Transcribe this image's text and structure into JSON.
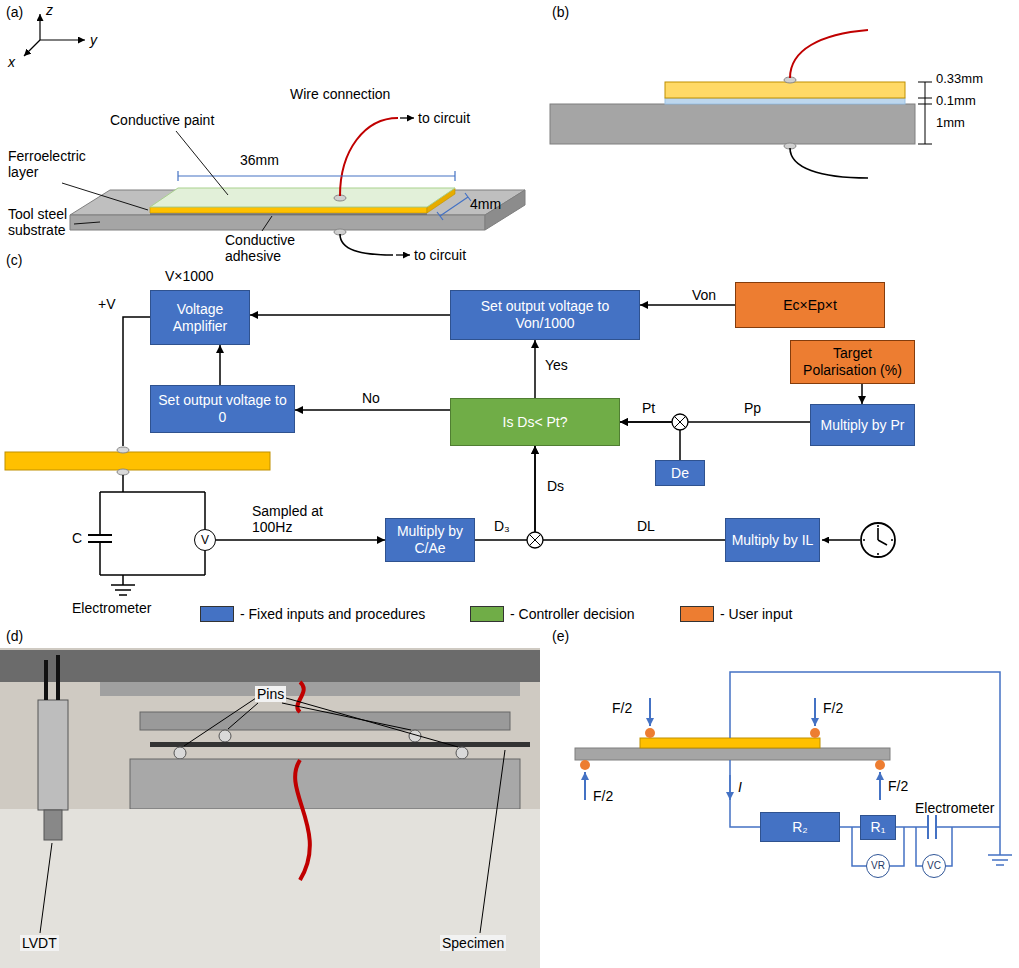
{
  "diagram": {
    "nodes": [
      {
        "text": [
          "Voltage Amplifier"
        ]
      },
      {
        "text": [
          "Set output voltage to Von/1000"
        ]
      },
      {
        "text": [
          "Ec×Ep×t"
        ]
      },
      {
        "text": [
          "Set output voltage to 0"
        ]
      },
      {
        "text": [
          "Is Ds< Pt?"
        ]
      },
      {
        "text": [
          "Target Polarisation (%)"
        ]
      },
      {
        "text": [
          "Multiply by Pr"
        ]
      },
      {
        "text": [
          "De"
        ]
      },
      {
        "text": [
          "V"
        ]
      },
      {
        "text": [
          "Multiply by C/Ae"
        ]
      },
      {
        "text": [
          "Multiply by IL"
        ]
      },
      {
        "text": [
          "R₂"
        ]
      },
      {
        "text": [
          "R₁"
        ]
      },
      {
        "text": [
          "VR"
        ]
      },
      {
        "text": [
          "VC"
        ]
      }
    ],
    "edges": [
      {
        "from": 2,
        "to": 1,
        "arrow": "to",
        "label": "Von"
      },
      {
        "from": 1,
        "to": 0,
        "arrow": "to"
      },
      {
        "from": 4,
        "to": 1,
        "arrow": "to",
        "label": "Yes"
      },
      {
        "from": 4,
        "to": 3,
        "arrow": "to",
        "label": "No"
      },
      {
        "from": 3,
        "to": 0,
        "arrow": "to"
      },
      {
        "from": 5,
        "to": 6,
        "arrow": "to"
      },
      {
        "from": 6,
        "to": 4,
        "arrow": "to",
        "label": "Pp"
      },
      {
        "from": 7,
        "to": 4,
        "arrow": "to"
      },
      {
        "from": 9,
        "to": 4,
        "arrow": "to",
        "label": "D₃"
      },
      {
        "from": 10,
        "to": 4,
        "arrow": "to",
        "label": "DL"
      },
      {
        "from": 8,
        "to": 9,
        "arrow": "to",
        "label": "Sampled at 100Hz"
      },
      {
        "from": 11,
        "to": 12,
        "arrow": "none"
      }
    ],
    "labels": [
      "(a)",
      "z",
      "y",
      "x",
      "Wire connection",
      "Conductive paint",
      "36mm",
      "to circuit",
      "Ferroelectric layer",
      "4mm",
      "Tool steel substrate",
      "Conductive adhesive",
      "to circuit",
      "(b)",
      "0.33mm",
      "0.1mm",
      "1mm",
      "(c)",
      "V×1000",
      "+V",
      "Pt",
      "Ds",
      "C",
      "Electrometer",
      "(d)",
      "Pins",
      "LVDT",
      "Specimen",
      "(e)",
      "F/2",
      "F/2",
      "F/2",
      "F/2",
      "I",
      "Electrometer"
    ],
    "legend": [
      {
        "text": "- Fixed inputs and procedures",
        "color": "#4472c4"
      },
      {
        "text": "- Controller decision",
        "color": "#70ad47"
      },
      {
        "text": "- User input",
        "color": "#ed7d31"
      }
    ]
  }
}
